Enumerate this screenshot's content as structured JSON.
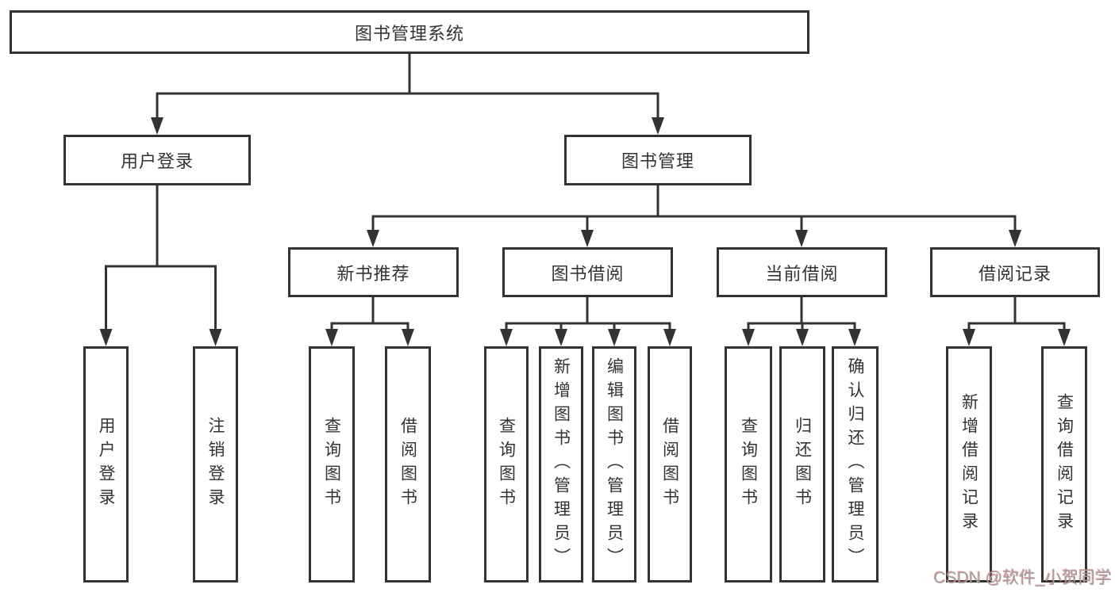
{
  "diagram": {
    "root": {
      "label": "图书管理系统"
    },
    "level2": [
      {
        "label": "用户登录"
      },
      {
        "label": "图书管理"
      }
    ],
    "level3": [
      {
        "label": "新书推荐"
      },
      {
        "label": "图书借阅"
      },
      {
        "label": "当前借阅"
      },
      {
        "label": "借阅记录"
      }
    ],
    "leaves": [
      {
        "label": "用户登录"
      },
      {
        "label": "注销登录"
      },
      {
        "label": "查询图书"
      },
      {
        "label": "借阅图书"
      },
      {
        "label": "查询图书"
      },
      {
        "label": "新增图书（管理员）"
      },
      {
        "label": "编辑图书（管理员）"
      },
      {
        "label": "借阅图书"
      },
      {
        "label": "查询图书"
      },
      {
        "label": "归还图书"
      },
      {
        "label": "确认归还（管理员）"
      },
      {
        "label": "新增借阅记录"
      },
      {
        "label": "查询借阅记录"
      }
    ],
    "colors": {
      "line": "#333333",
      "box_border": "#333333",
      "text": "#333333",
      "background": "#ffffff",
      "watermark_text": "#a0a0a0",
      "watermark_shadow": "#e65a5a"
    },
    "watermark": "CSDN @软件_小贺同学"
  }
}
